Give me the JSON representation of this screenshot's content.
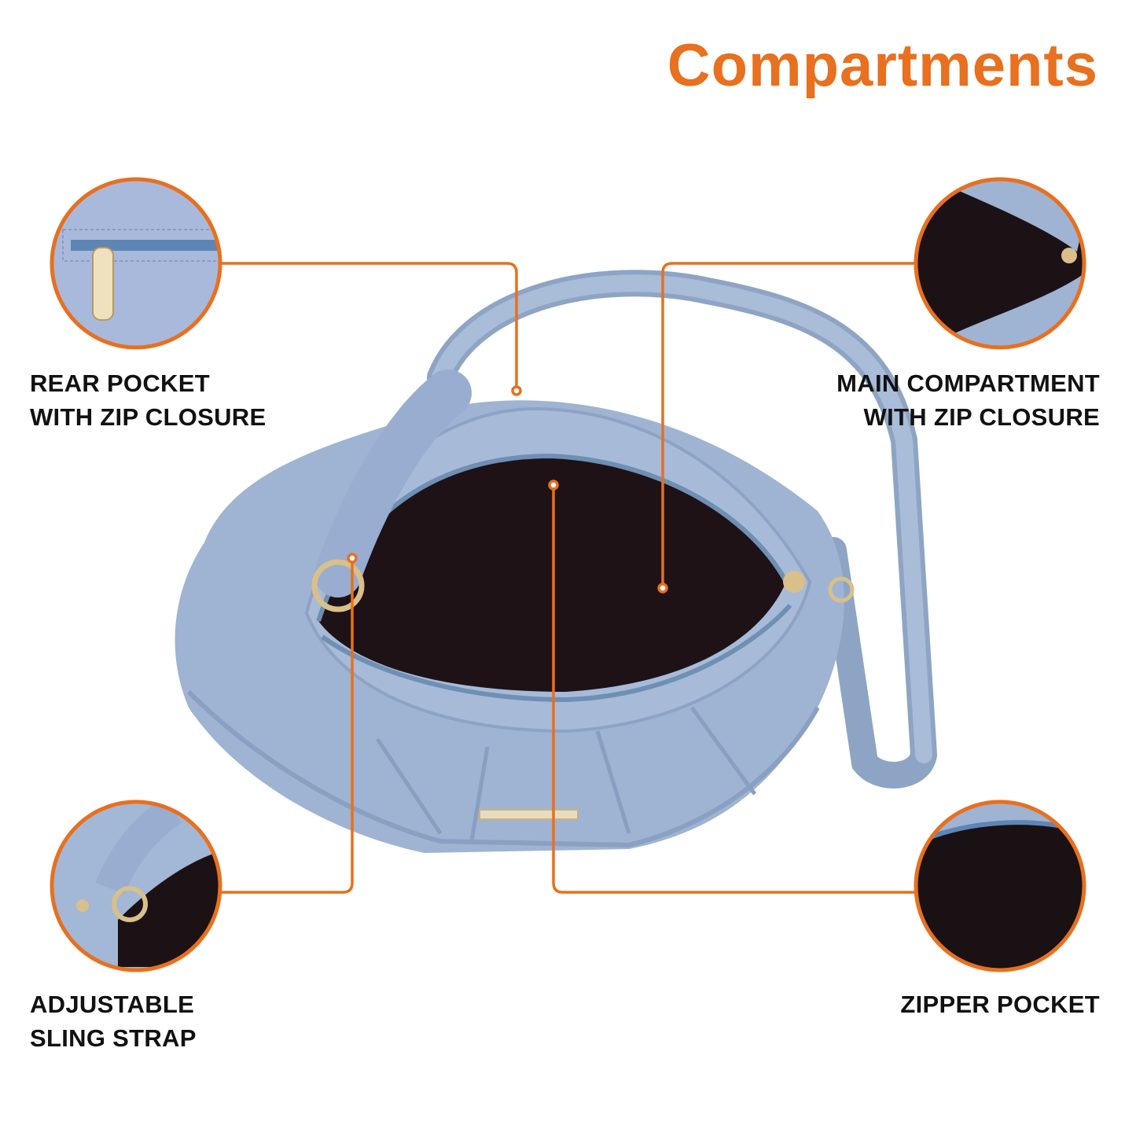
{
  "title": "Compartments",
  "accent_color": "#E8701E",
  "callouts": [
    {
      "lines": [
        "REAR POCKET",
        "WITH ZIP CLOSURE"
      ],
      "icon": "rear-pocket-zip"
    },
    {
      "lines": [
        "MAIN COMPARTMENT",
        "WITH ZIP CLOSURE"
      ],
      "icon": "main-compartment"
    },
    {
      "lines": [
        "ADJUSTABLE",
        "SLING STRAP"
      ],
      "icon": "sling-strap"
    },
    {
      "lines": [
        "ZIPPER POCKET"
      ],
      "icon": "zipper-pocket"
    }
  ]
}
